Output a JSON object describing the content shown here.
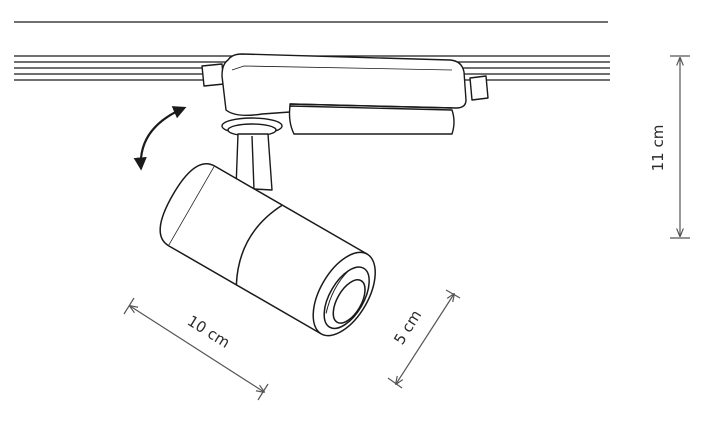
{
  "dimensions": {
    "height": "11 cm",
    "length": "10 cm",
    "diameter": "5 cm"
  },
  "icons": {
    "rotation": "curved-double-arrow-icon"
  },
  "colors": {
    "line": "#1a1a1a",
    "dimension_line": "#555555",
    "background": "#ffffff"
  }
}
